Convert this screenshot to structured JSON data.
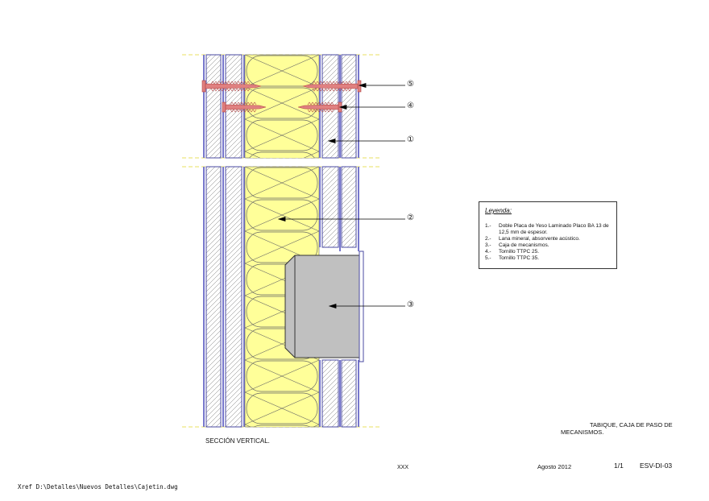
{
  "diagram": {
    "callouts": [
      "⑤",
      "④",
      "①",
      "②",
      "③"
    ],
    "legend": {
      "title": "Leyenda:",
      "items": [
        {
          "num": "1.-",
          "text": "Doble Placa de Yeso Laminado Placo BA 13 de 12,5 mm de espesor."
        },
        {
          "num": "2.-",
          "text": "Lana mineral, absorvente acústico."
        },
        {
          "num": "3.-",
          "text": "Caja de mecanismos."
        },
        {
          "num": "4.-",
          "text": "Tornillo TTPC 25."
        },
        {
          "num": "5.-",
          "text": "Tornillo TTPC 35."
        }
      ]
    },
    "section_label": "SECCIÓN VERTICAL.",
    "drawing_title": "TABIQUE, CAJA DE PASO DE MECANISMOS.",
    "title_block": {
      "author": "XXX",
      "date": "Agosto 2012",
      "sheet": "1/1",
      "code": "ESV-DI-03"
    },
    "xref": "Xref D:\\Detalles\\Nuevos Detalles\\Cajetin.dwg",
    "colors": {
      "insulation": "#ffff99",
      "board_outline": "#4a4aa0",
      "stud": "#7777cc",
      "screw": "#e07070",
      "box": "#c0c0c0",
      "centerline": "#e8e060"
    }
  }
}
